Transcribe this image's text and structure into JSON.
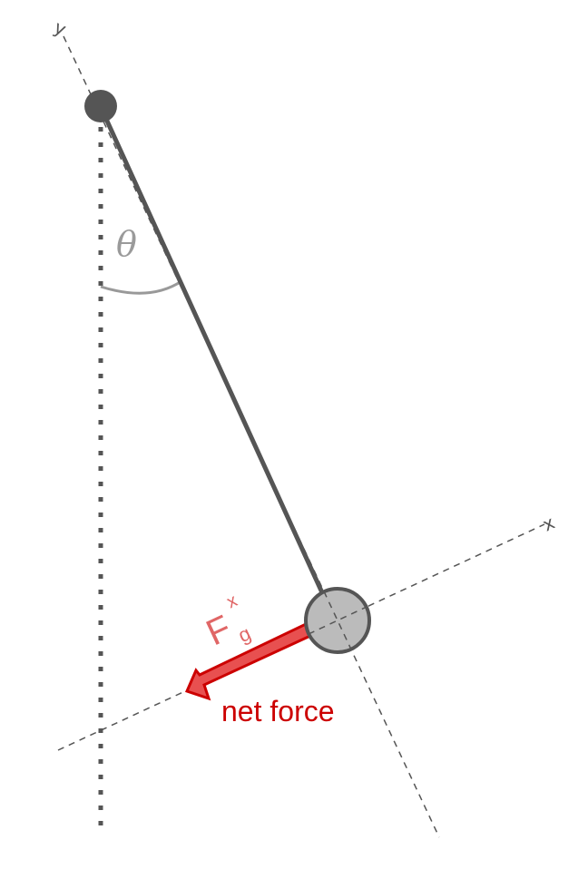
{
  "diagram": {
    "axis_x_label": "x",
    "axis_y_label": "y",
    "angle_label": "θ",
    "force_symbol": "F",
    "force_subscript": "g",
    "force_superscript": "x",
    "net_force_label": "net force"
  },
  "colors": {
    "rod": "#555555",
    "pivot": "#555555",
    "bob_fill": "#bbbbbb",
    "bob_stroke": "#555555",
    "axes": "#555555",
    "vertical_reference": "#555555",
    "angle_arc": "#999999",
    "force_arrow_fill": "#e85050",
    "force_arrow_stroke": "#cc0000",
    "force_label": "#e06666",
    "net_force_label": "#cc0000"
  }
}
